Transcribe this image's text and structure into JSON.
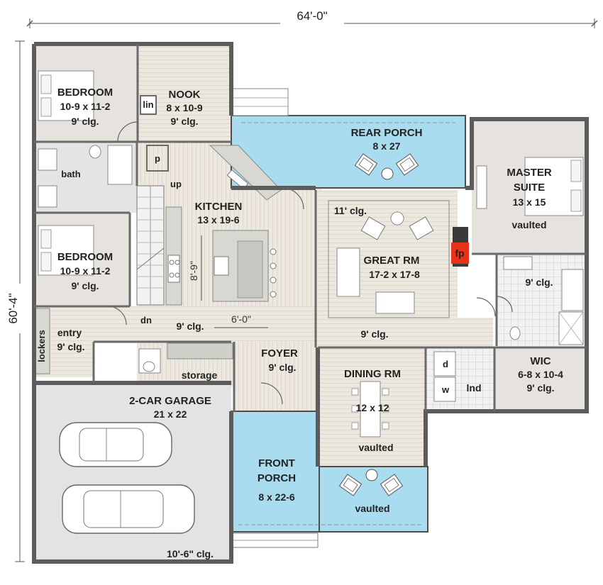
{
  "colors": {
    "porch": "#a8dcee",
    "floor_tan": "#eae6de",
    "room": "#e6e2dc",
    "garage": "#e4e4e4",
    "wall": "#5c5c5c",
    "fireplace": "#e8321c"
  },
  "dimensions": {
    "width": "64'-0\"",
    "depth": "60'-4\""
  },
  "rooms": {
    "bedroom1": {
      "name": "BEDROOM",
      "size": "10-9 x 11-2",
      "ceiling": "9' clg."
    },
    "nook": {
      "name": "NOOK",
      "size": "8 x 10-9",
      "ceiling": "9' clg."
    },
    "linen": {
      "label": "lin"
    },
    "pantry": {
      "label": "p"
    },
    "bath": {
      "label": "bath"
    },
    "stairs": {
      "up": "up",
      "down": "dn"
    },
    "kitchen": {
      "name": "KITCHEN",
      "size": "13 x 19-6",
      "island_depth": "8'-9\"",
      "island_width": "6'-0\"",
      "ceiling": "9' clg."
    },
    "bedroom2": {
      "name": "BEDROOM",
      "size": "10-9 x 11-2",
      "ceiling": "9' clg."
    },
    "rear_porch": {
      "name": "REAR PORCH",
      "size": "8 x 27"
    },
    "great_room": {
      "name": "GREAT RM",
      "size": "17-2 x 17-8",
      "ceiling": "11' clg.",
      "fireplace": "fp"
    },
    "master": {
      "name1": "MASTER",
      "name2": "SUITE",
      "size": "13 x 15",
      "ceiling": "vaulted"
    },
    "master_bath": {
      "ceiling": "9' clg."
    },
    "entry": {
      "name": "entry",
      "ceiling": "9' clg.",
      "lockers": "lockers"
    },
    "storage": {
      "label": "storage"
    },
    "foyer": {
      "name": "FOYER",
      "ceiling": "9' clg."
    },
    "hall": {
      "ceiling": "9' clg."
    },
    "dining": {
      "name": "DINING RM",
      "size": "12 x 12",
      "ceiling": "vaulted"
    },
    "laundry": {
      "label": "lnd",
      "dryer": "d",
      "washer": "w"
    },
    "wic": {
      "name": "WIC",
      "size": "6-8 x 10-4",
      "ceiling": "9' clg."
    },
    "garage": {
      "name": "2-CAR GARAGE",
      "size": "21 x 22",
      "ceiling": "10'-6\" clg."
    },
    "front_porch": {
      "name1": "FRONT",
      "name2": "PORCH",
      "size": "8 x 22-6",
      "ceiling": "vaulted"
    }
  }
}
